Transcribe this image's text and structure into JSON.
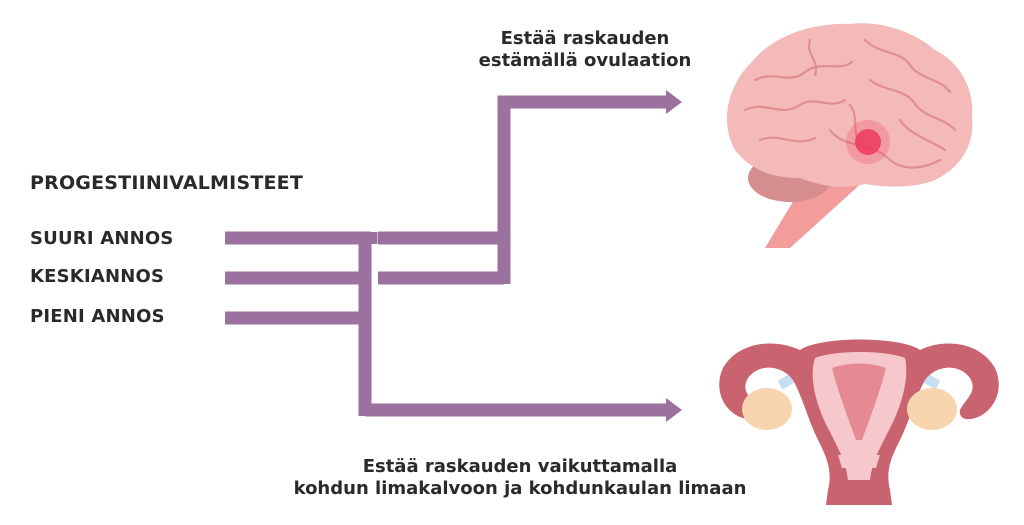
{
  "diagram": {
    "title": "PROGESTIINIVALMISTEET",
    "doses": [
      "SUURI ANNOS",
      "KESKIANNOS",
      "PIENI ANNOS"
    ],
    "top_caption": [
      "Estää raskauden",
      "estämällä ovulaation"
    ],
    "bottom_caption": [
      "Estää raskauden vaikuttamalla",
      "kohdun limakalvoon ja kohdunkaulan limaan"
    ],
    "brain_icon": "brain-icon",
    "uterus_icon": "uterus-icon",
    "colors": {
      "connector": "#9b729f",
      "brain": "#f4b9b9",
      "brain_stem": "#f29c9c",
      "hotspot": "#ec3a5c",
      "uterus_outer": "#c9636f",
      "uterus_inner": "#f6c8cb",
      "ovary": "#f8d5ae",
      "tube": "#c7def2"
    }
  }
}
